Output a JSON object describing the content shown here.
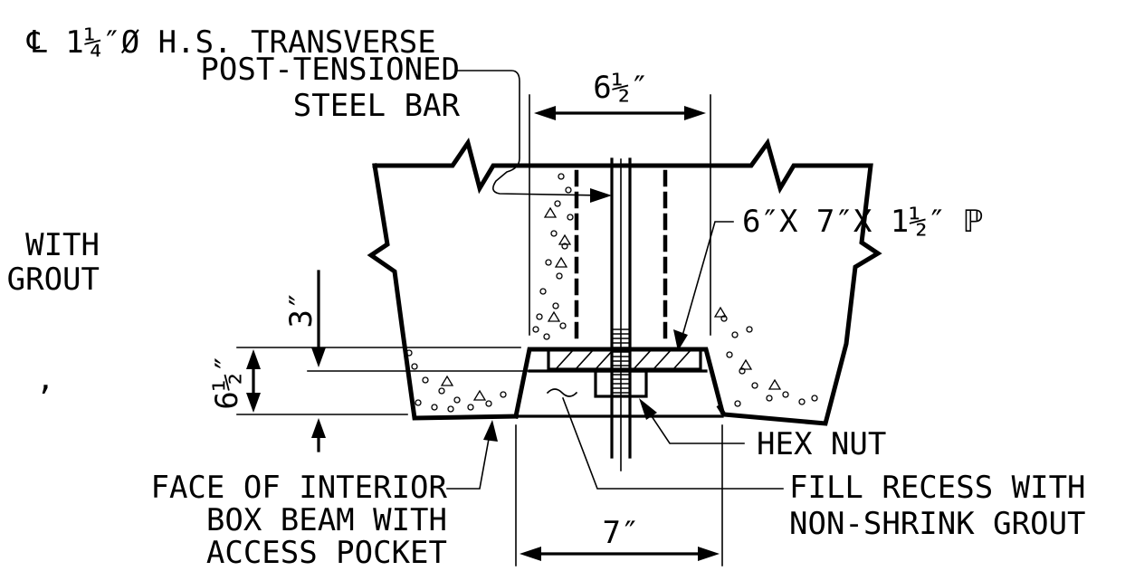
{
  "labels": {
    "bar_line1": "℄ 1¼″Ø H.S. TRANSVERSE",
    "bar_line2": "POST-TENSIONED",
    "bar_line3": "STEEL BAR",
    "plate": "6″X 7″X 1½″ ℙ",
    "hex_nut": "HEX NUT",
    "fill_line1": "FILL RECESS WITH",
    "fill_line2": "NON-SHRINK GROUT",
    "face_line1": "FACE OF INTERIOR",
    "face_line2": "BOX BEAM WITH",
    "face_line3": "ACCESS POCKET",
    "cut_line1": "WITH",
    "cut_line2": "GROUT",
    "cut_mark": ","
  },
  "dimensions": {
    "top_width": "6½″",
    "bottom_width": "7″",
    "depth_total": "6½″",
    "depth_partial": "3″"
  }
}
